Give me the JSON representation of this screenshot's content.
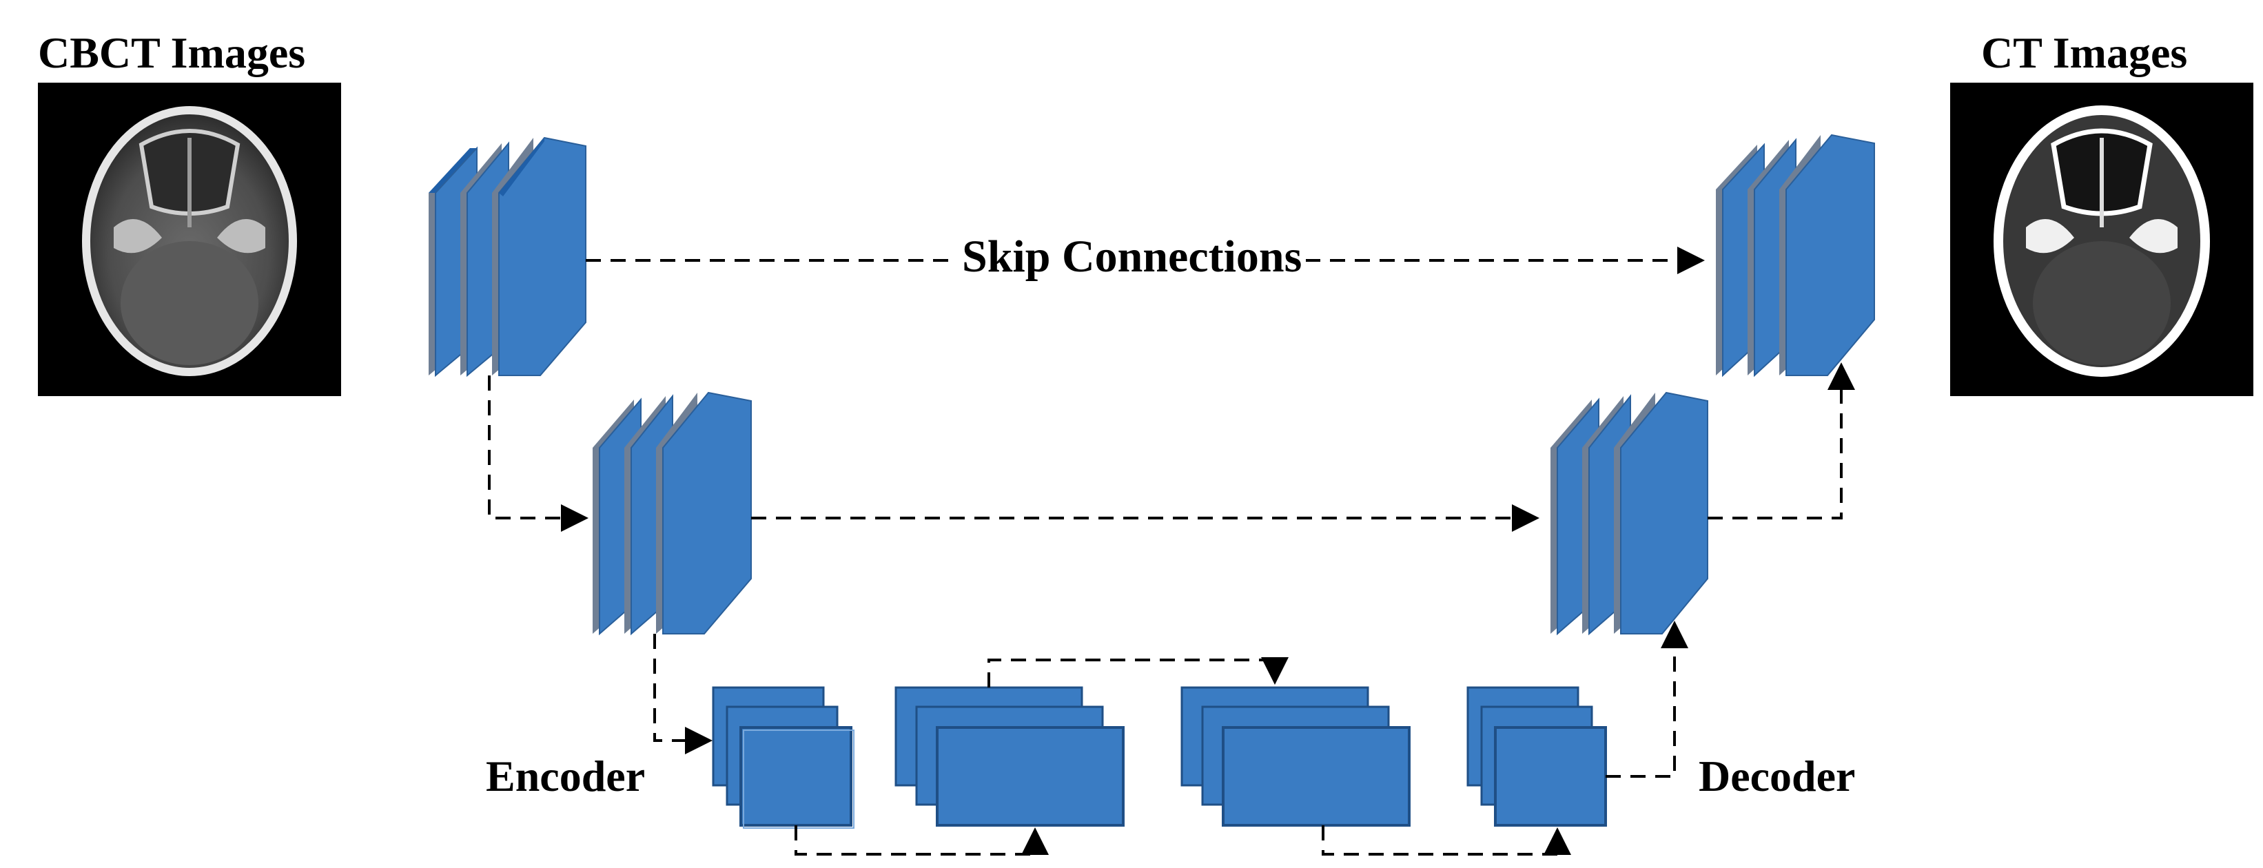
{
  "labels": {
    "input_title": "CBCT Images",
    "output_title": "CT Images",
    "skip_connections": "Skip Connections",
    "encoder": "Encoder",
    "decoder": "Decoder"
  },
  "colors": {
    "block_face": "#3a7cc3",
    "block_side": "#6f7f95",
    "block_top": "#1f5fa8",
    "arrow": "#000000",
    "image_background": "#000000"
  },
  "images": {
    "input": "cbct-skull-axial-slice",
    "output": "ct-skull-axial-slice"
  }
}
